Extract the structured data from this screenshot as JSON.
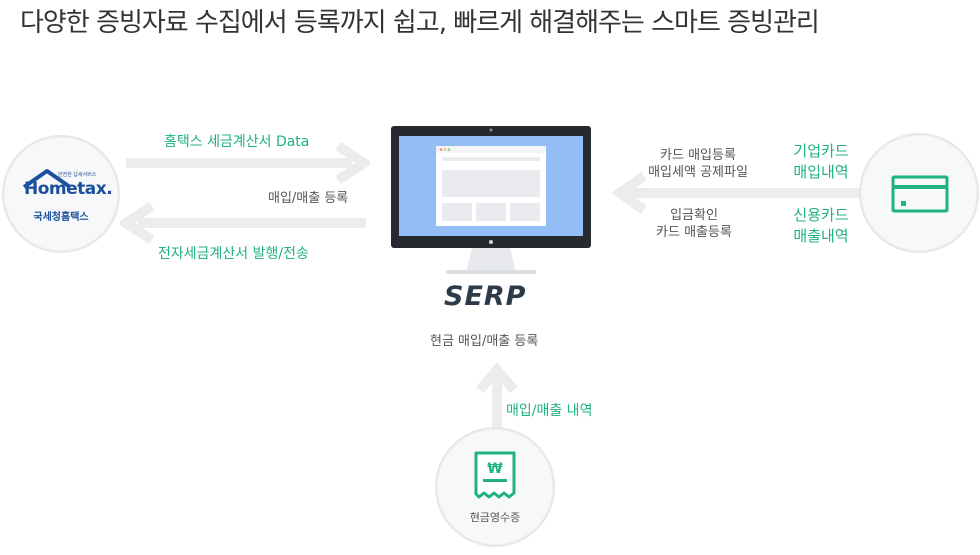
{
  "headline": "다양한 증빙자료 수집에서 등록까지 쉽고, 빠르게 해결해주는 스마트 증빙관리",
  "left": {
    "hometax_logo_text": "Hometax.",
    "hometax_logo_small": "안전한 납세서비스",
    "hometax_caption": "국세청홈택스",
    "arrow_top_label": "홈택스 세금계산서 Data",
    "arrow_mid_label": "매입/매출 등록",
    "arrow_bottom_label": "전자세금계산서 발행/전송"
  },
  "center": {
    "logo": "SERP",
    "caption": "현금 매입/매출 등록"
  },
  "right": {
    "gray_top_line1": "카드 매입등록",
    "gray_top_line2": "매입세액 공제파일",
    "gray_bottom_line1": "입금확인",
    "gray_bottom_line2": "카드 매출등록",
    "green_top_line1": "기업카드",
    "green_top_line2": "매입내역",
    "green_bottom_line1": "신용카드",
    "green_bottom_line2": "매출내역"
  },
  "bottom": {
    "arrow_label": "매입/매출 내역",
    "receipt_caption": "현금영수증"
  },
  "colors": {
    "accent_green": "#20b27f",
    "arrow_gray": "#ececec",
    "monitor_dark": "#262a2e",
    "screen_blue": "#92bdf5"
  }
}
